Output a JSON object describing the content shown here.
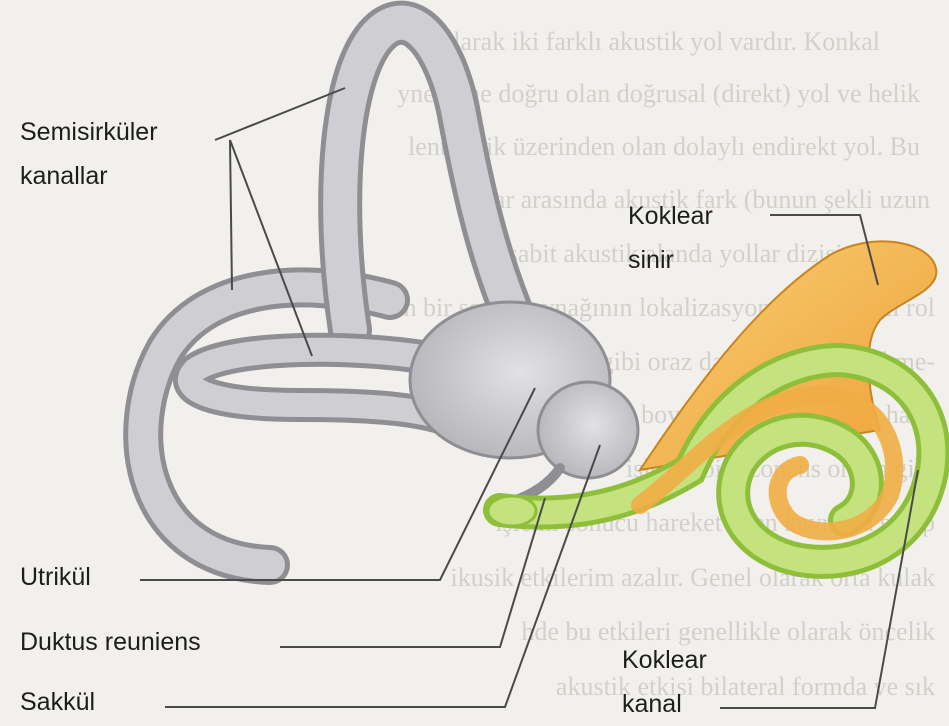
{
  "labels": {
    "semicircular_canals": [
      "Semisirküler",
      "kanallar"
    ],
    "cochlear_nerve": [
      "Koklear",
      "sinir"
    ],
    "utricle": "Utrikül",
    "ductus_reuniens": "Duktus reuniens",
    "saccule": "Sakkül",
    "cochlear_duct": [
      "Koklear",
      "kanal"
    ]
  },
  "background_text_lines": [
    "ıgi olarak iki farklı akustik yol vardır. Konkal",
    "yne içine doğru olan doğrusal (direkt) yol ve helik",
    "lentihelik üzerinden olan dolaylı endirekt yol. Bu",
    "lar arasında akustik fark (bunun şekli uzun",
    "sabit akustik alanda yollar dizisinde ge-",
    "n bir sesin kaynağının lokalizasyonunda önemli rol",
    "ms) pinna gibi oraz daha kısa bir gecikme-",
    "kulak boyunca aynı zamanda hava",
    "işlev gibi rezonans ortam gibi",
    "işlemi sonucu hareket eden kavrama sahip",
    "ikusik etkilerim azalır. Genel olarak orta kulak",
    "hde bu etkileri genellikle olarak öncelik",
    "akustik etkisi bilateral formda ve sık"
  ],
  "colors": {
    "vestibular": "#c9c9cc",
    "vestibular_outline": "#8c8c91",
    "cochlea_green": "#bfe07a",
    "cochlea_green_dark": "#8fbf3a",
    "cochlea_orange": "#f2b24a",
    "cochlea_orange_light": "#f7d27a",
    "leader_line": "#4a4a4a"
  }
}
